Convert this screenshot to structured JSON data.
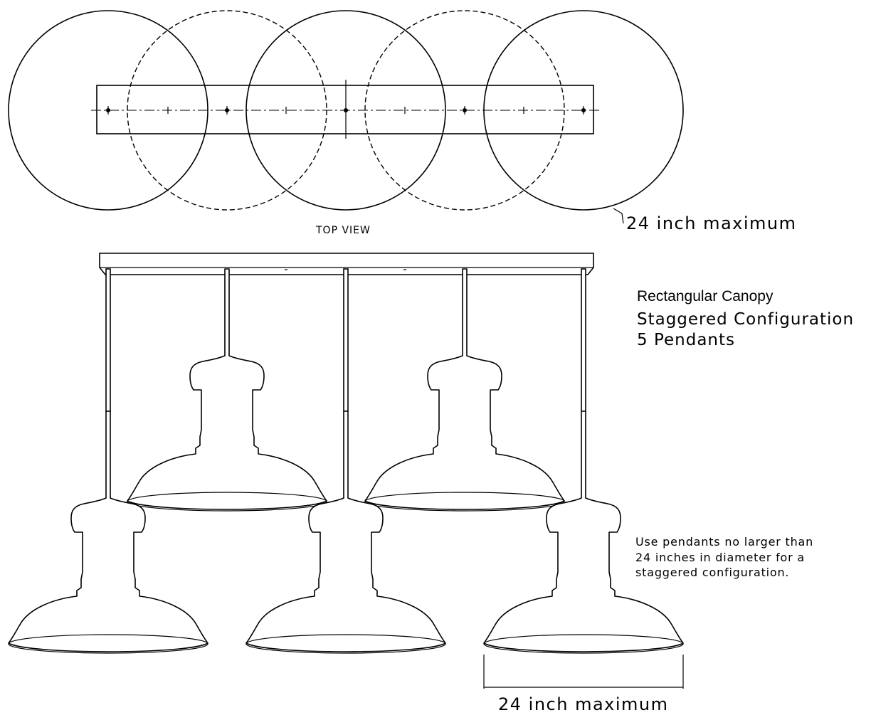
{
  "top_view": {
    "label": "TOP VIEW",
    "dimension_label": "24 inch maximum"
  },
  "titles": {
    "canopy": "Rectangular Canopy",
    "configuration": "Staggered Configuration",
    "count": "5 Pendants"
  },
  "note": {
    "line1": "Use pendants no larger than",
    "line2": "24 inches in diameter for a",
    "line3": "staggered configuration."
  },
  "elevation": {
    "dimension_label": "24 inch maximum"
  }
}
